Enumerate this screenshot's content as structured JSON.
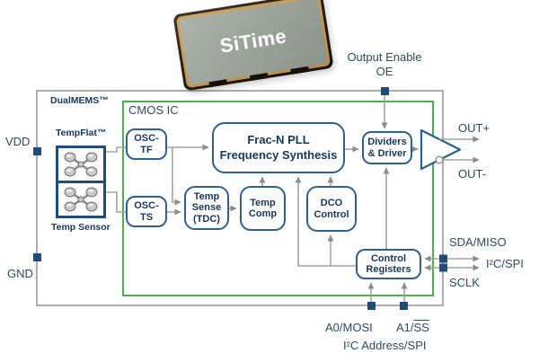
{
  "chip": {
    "logo": "SiTime"
  },
  "labels": {
    "vdd": "VDD",
    "gnd": "GND",
    "dual_mems": "DualMEMS™",
    "temp_flat": "TempFlat™",
    "temp_sensor": "Temp Sensor",
    "cmos_ic": "CMOS IC",
    "output_enable_line1": "Output Enable",
    "output_enable_line2": "OE",
    "out_plus": "OUT+",
    "out_minus": "OUT-",
    "sda_miso": "SDA/MISO",
    "i2c_spi": "I²C/SPI",
    "sclk": "SCLK",
    "a0_mosi": "A0/MOSI",
    "a1_prefix": "A1/",
    "a1_overline": "SS",
    "i2c_address": "I²C Address/SPI"
  },
  "blocks": {
    "osc_tf": {
      "line1": "OSC-",
      "line2": "TF"
    },
    "osc_ts": {
      "line1": "OSC-",
      "line2": "TS"
    },
    "temp_sense": {
      "line1": "Temp",
      "line2": "Sense",
      "line3": "(TDC)"
    },
    "temp_comp": {
      "line1": "Temp",
      "line2": "Comp"
    },
    "dco": {
      "line1": "DCO",
      "line2": "Control"
    },
    "pll": {
      "line1": "Frac-N PLL",
      "line2": "Frequency Synthesis"
    },
    "dividers": {
      "line1": "Dividers",
      "line2": "& Driver"
    },
    "control_regs": {
      "line1": "Control",
      "line2": "Registers"
    }
  },
  "colors": {
    "cmos_box_green": "#4cb050",
    "block_border_blue": "#2e6191",
    "block_text_navy": "#16365c",
    "pin_square_navy": "#1d4d78",
    "wire_gray": "#a3a3a3",
    "outer_box_gray": "#adadad"
  }
}
